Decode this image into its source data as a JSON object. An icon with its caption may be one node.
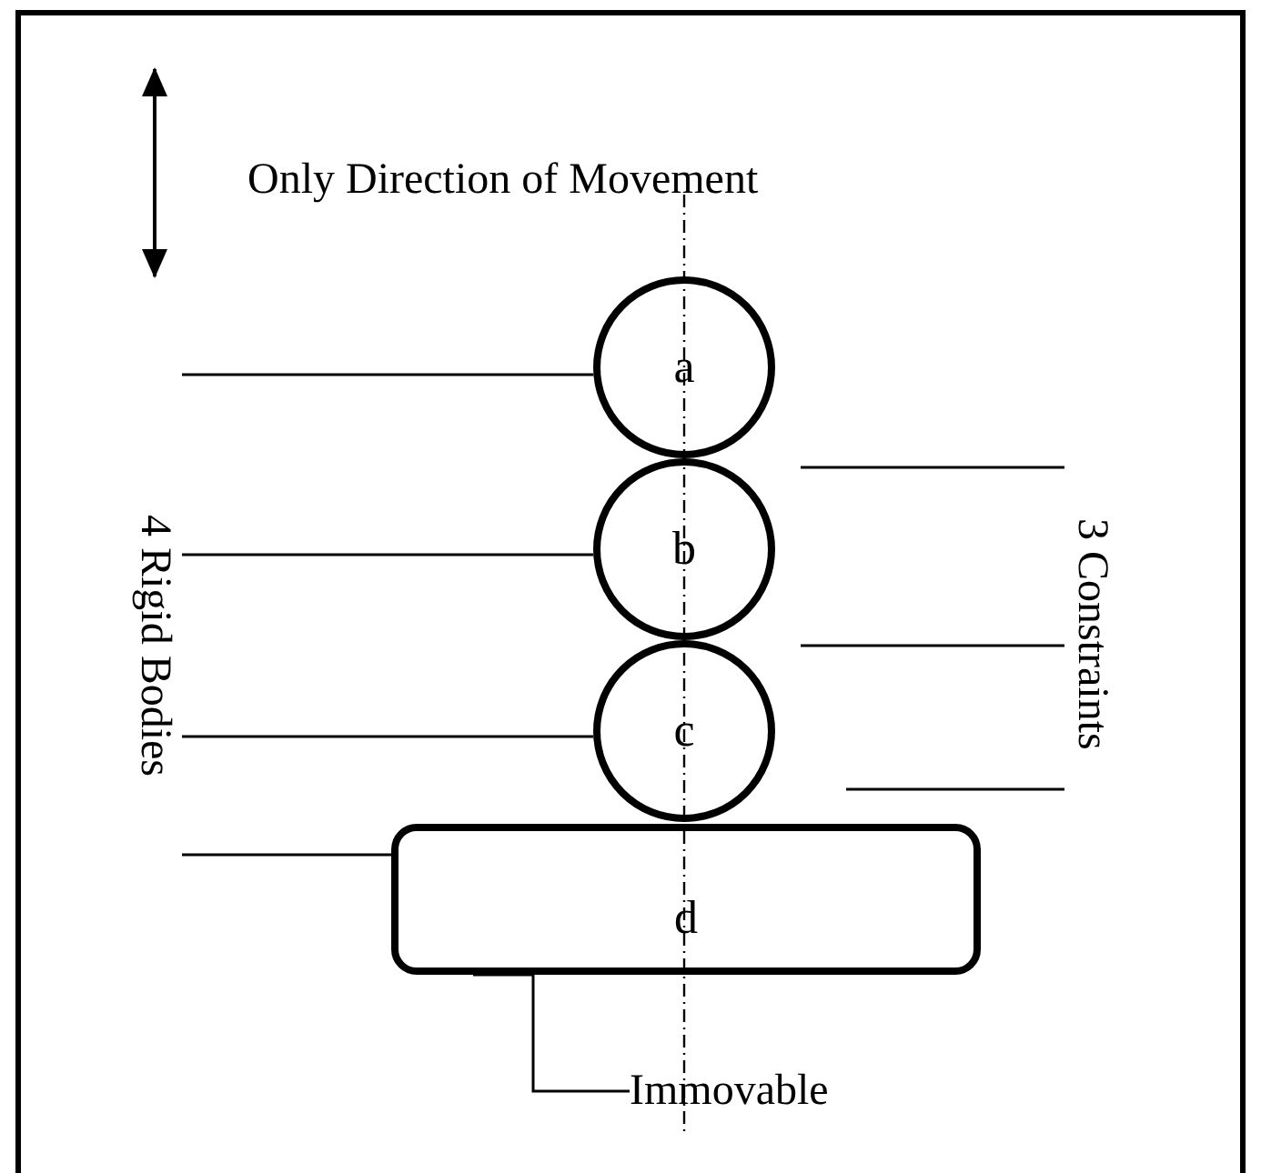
{
  "diagram": {
    "nodes": [
      {
        "text": [
          "a"
        ]
      },
      {
        "text": [
          "b"
        ]
      },
      {
        "text": [
          "c"
        ]
      },
      {
        "text": [
          "d"
        ]
      },
      {
        "text": [
          "4 Rigid Bodies"
        ]
      },
      {
        "text": [
          "3 Constraints"
        ]
      },
      {
        "text": [
          "Immovable"
        ]
      }
    ],
    "edges": [
      {
        "from": 4,
        "to": 0,
        "arrow": "none"
      },
      {
        "from": 4,
        "to": 1,
        "arrow": "none"
      },
      {
        "from": 4,
        "to": 2,
        "arrow": "none"
      },
      {
        "from": 4,
        "to": 3,
        "arrow": "none"
      },
      {
        "from": 5,
        "to": null,
        "arrow": "none"
      },
      {
        "from": 5,
        "to": null,
        "arrow": "none"
      },
      {
        "from": 5,
        "to": null,
        "arrow": "none"
      },
      {
        "from": 6,
        "to": 3,
        "arrow": "none"
      }
    ],
    "labels": [
      "Only Direction of Movement"
    ]
  }
}
